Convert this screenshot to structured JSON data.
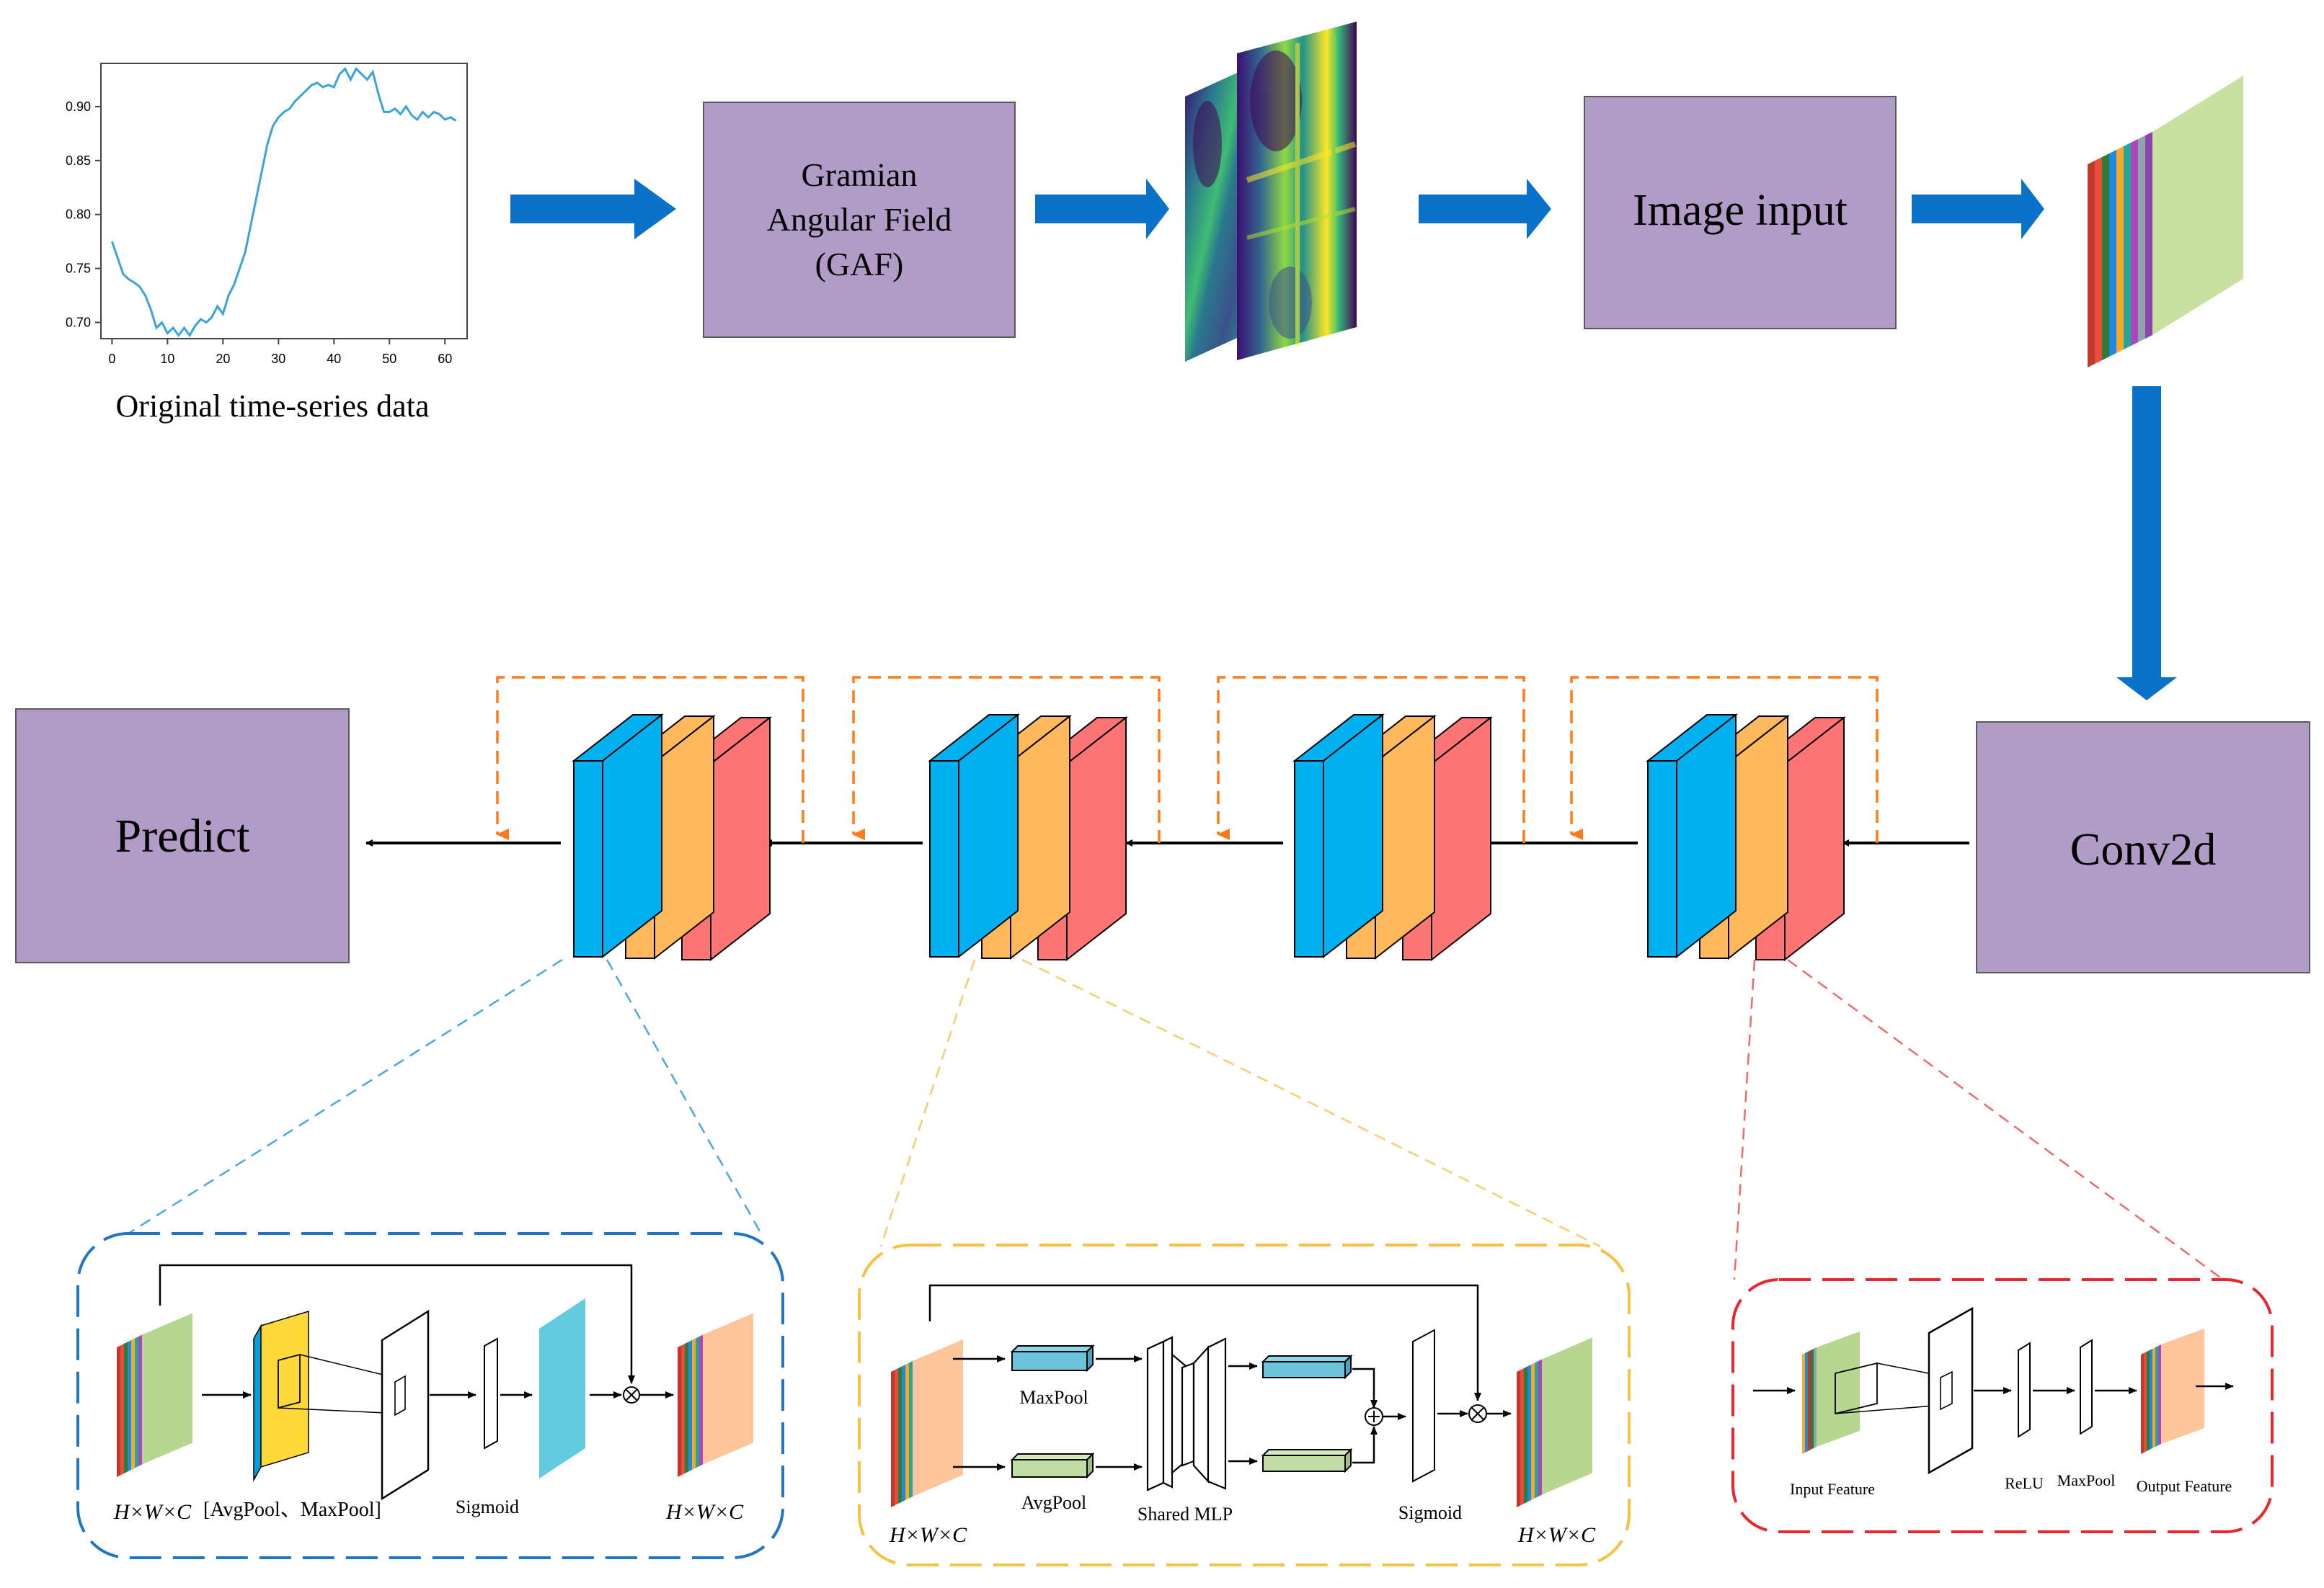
{
  "colors": {
    "box_fill": "#b09cc7",
    "box_stroke": "#5a5a5a",
    "flow_arrow": "#0a72c9",
    "blue_layer": "#00b0f0",
    "orange_layer": "#ffb85c",
    "red_layer": "#ff7575",
    "skip_dash": "#ff7a1a",
    "panel_blue": "#1f77c4",
    "panel_yellow": "#f5c242",
    "panel_red": "#e8262b",
    "line_plot": "#3aa3d8"
  },
  "top_row": {
    "plot_caption": "Original time-series data",
    "gaf_box_label": [
      "Gramian",
      "Angular Field",
      "(GAF)"
    ],
    "image_input_label": "Image input",
    "plot": {
      "x_ticks": [
        "0",
        "10",
        "20",
        "30",
        "40",
        "50",
        "60"
      ],
      "y_ticks": [
        "0.70",
        "0.75",
        "0.80",
        "0.85",
        "0.90"
      ]
    }
  },
  "middle_row": {
    "conv_label": "Conv2d",
    "predict_label": "Predict"
  },
  "panel_channel": {
    "dims_left": "H×W×C",
    "pool_label": "[AvgPool、MaxPool]",
    "sigmoid_label": "Sigmoid",
    "dims_right": "H×W×C"
  },
  "panel_spatial": {
    "dims_left": "H×W×C",
    "maxpool_label": "MaxPool",
    "avgpool_label": "AvgPool",
    "mlp_label": "Shared MLP",
    "sigmoid_label": "Sigmoid",
    "dims_right": "H×W×C"
  },
  "panel_conv": {
    "input_label": "Input Feature",
    "relu_label": "ReLU",
    "maxpool_label": "MaxPool",
    "output_label": "Output Feature"
  },
  "chart_data": {
    "type": "line",
    "x": [
      0,
      1,
      2,
      3,
      4,
      5,
      6,
      7,
      8,
      9,
      10,
      11,
      12,
      13,
      14,
      15,
      16,
      17,
      18,
      19,
      20,
      21,
      22,
      23,
      24,
      25,
      26,
      27,
      28,
      29,
      30,
      31,
      32,
      33,
      34,
      35,
      36,
      37,
      38,
      39,
      40,
      41,
      42,
      43,
      44,
      45,
      46,
      47,
      48,
      49,
      50,
      51,
      52,
      53,
      54,
      55,
      56,
      57,
      58,
      59,
      60,
      61,
      62
    ],
    "series": [
      {
        "values": [
          0.775,
          0.76,
          0.745,
          0.74,
          0.737,
          0.733,
          0.725,
          0.712,
          0.695,
          0.7,
          0.69,
          0.695,
          0.688,
          0.695,
          0.688,
          0.697,
          0.703,
          0.7,
          0.705,
          0.715,
          0.708,
          0.725,
          0.735,
          0.75,
          0.765,
          0.79,
          0.815,
          0.84,
          0.865,
          0.882,
          0.89,
          0.895,
          0.898,
          0.905,
          0.91,
          0.915,
          0.92,
          0.922,
          0.918,
          0.92,
          0.918,
          0.93,
          0.935,
          0.925,
          0.935,
          0.93,
          0.925,
          0.932,
          0.912,
          0.895,
          0.895,
          0.898,
          0.893,
          0.9,
          0.892,
          0.888,
          0.895,
          0.89,
          0.895,
          0.893,
          0.888,
          0.89,
          0.887
        ]
      }
    ],
    "xlim": [
      -2,
      64
    ],
    "ylim": [
      0.685,
      0.94
    ],
    "grid": false
  }
}
